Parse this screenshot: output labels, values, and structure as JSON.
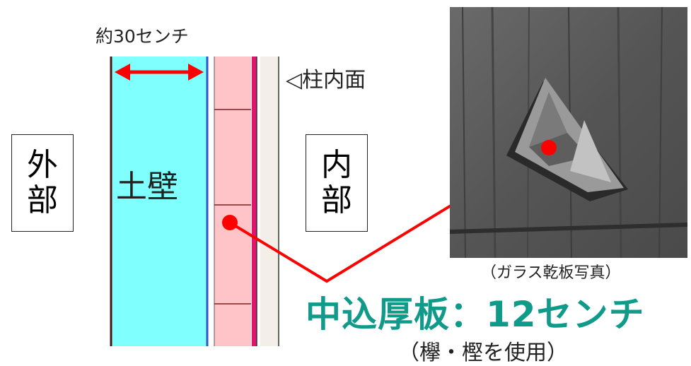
{
  "labels": {
    "wall_width": "約30センチ",
    "pillar_face": "◁柱内面",
    "exterior": "外部",
    "interior": "内部",
    "earth_wall": "土壁"
  },
  "photo": {
    "caption": "（ガラス乾板写真）"
  },
  "title": {
    "main": "中込厚板：12センチ",
    "sub": "（欅・樫を使用）"
  },
  "colors": {
    "earth_wall_fill": "#80ffff",
    "board_fill": "#ffc4c8",
    "board_edge": "#e0166e",
    "dimension_arrow": "#ff0000",
    "pointer_line": "#ff0000",
    "title_text": "#109a8a",
    "interior_strip": "#f3eee8"
  },
  "icons": {
    "dimension": "double-headed-arrow",
    "pointer": "red-dot-pointer"
  }
}
